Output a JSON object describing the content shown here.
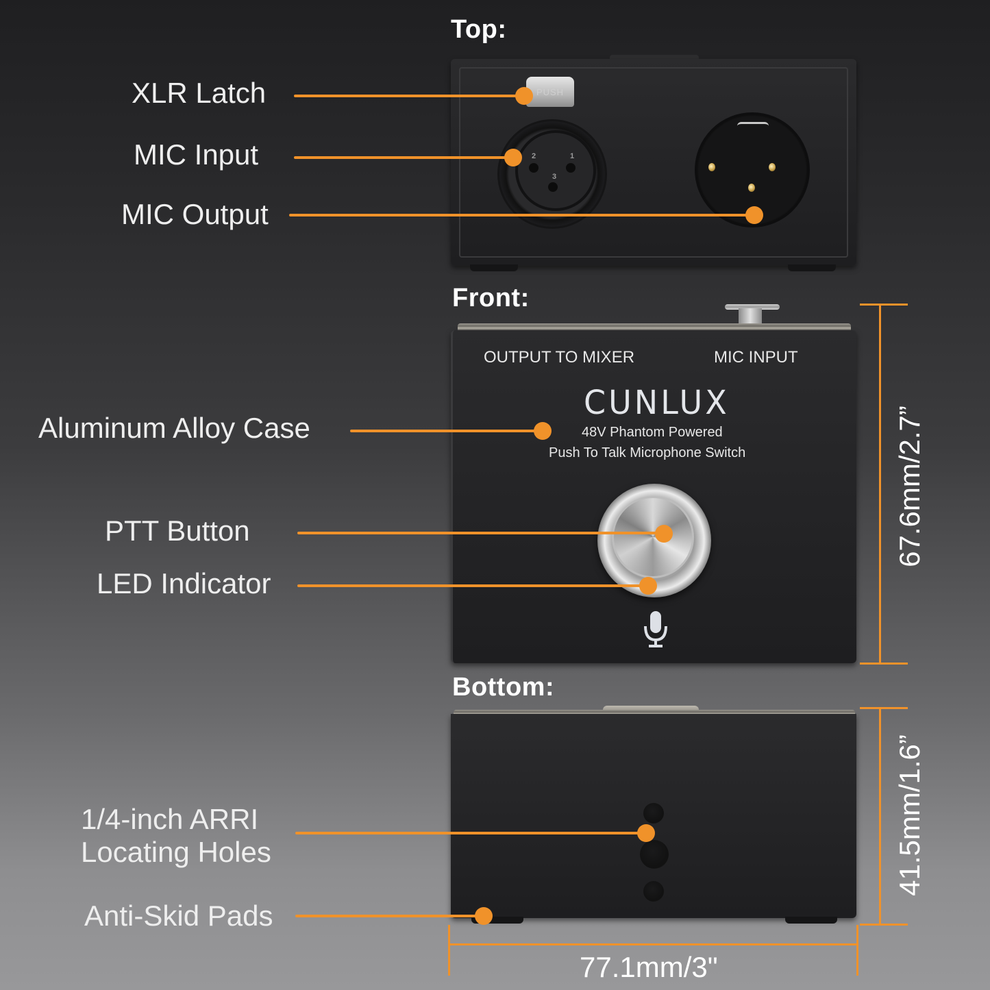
{
  "sections": {
    "top": {
      "title": "Top:"
    },
    "front": {
      "title": "Front:"
    },
    "bottom": {
      "title": "Bottom:"
    }
  },
  "callouts": {
    "xlr_latch": "XLR Latch",
    "mic_input": "MIC Input",
    "mic_output": "MIC Output",
    "aluminum_case": "Aluminum Alloy Case",
    "ptt_button": "PTT Button",
    "led_indicator": "LED Indicator",
    "arri_holes_line1": "1/4-inch ARRI",
    "arri_holes_line2": "Locating Holes",
    "anti_skid": "Anti-Skid Pads"
  },
  "device_top": {
    "latch_text": "PUSH",
    "female_pins": [
      "2",
      "1",
      "3"
    ]
  },
  "device_front": {
    "output_label": "OUTPUT TO MIXER",
    "input_label": "MIC INPUT",
    "brand": "CUNLUX",
    "subtitle_line1": "48V Phantom Powered",
    "subtitle_line2": "Push To Talk Microphone Switch",
    "icon": "microphone-icon"
  },
  "dimensions": {
    "front_height": "67.6mm/2.7”",
    "bottom_height": "41.5mm/1.6”",
    "width": "77.1mm/3\""
  },
  "colors": {
    "accent": "#f0922a",
    "device_body": "#222224",
    "text": "#eeeeee"
  }
}
